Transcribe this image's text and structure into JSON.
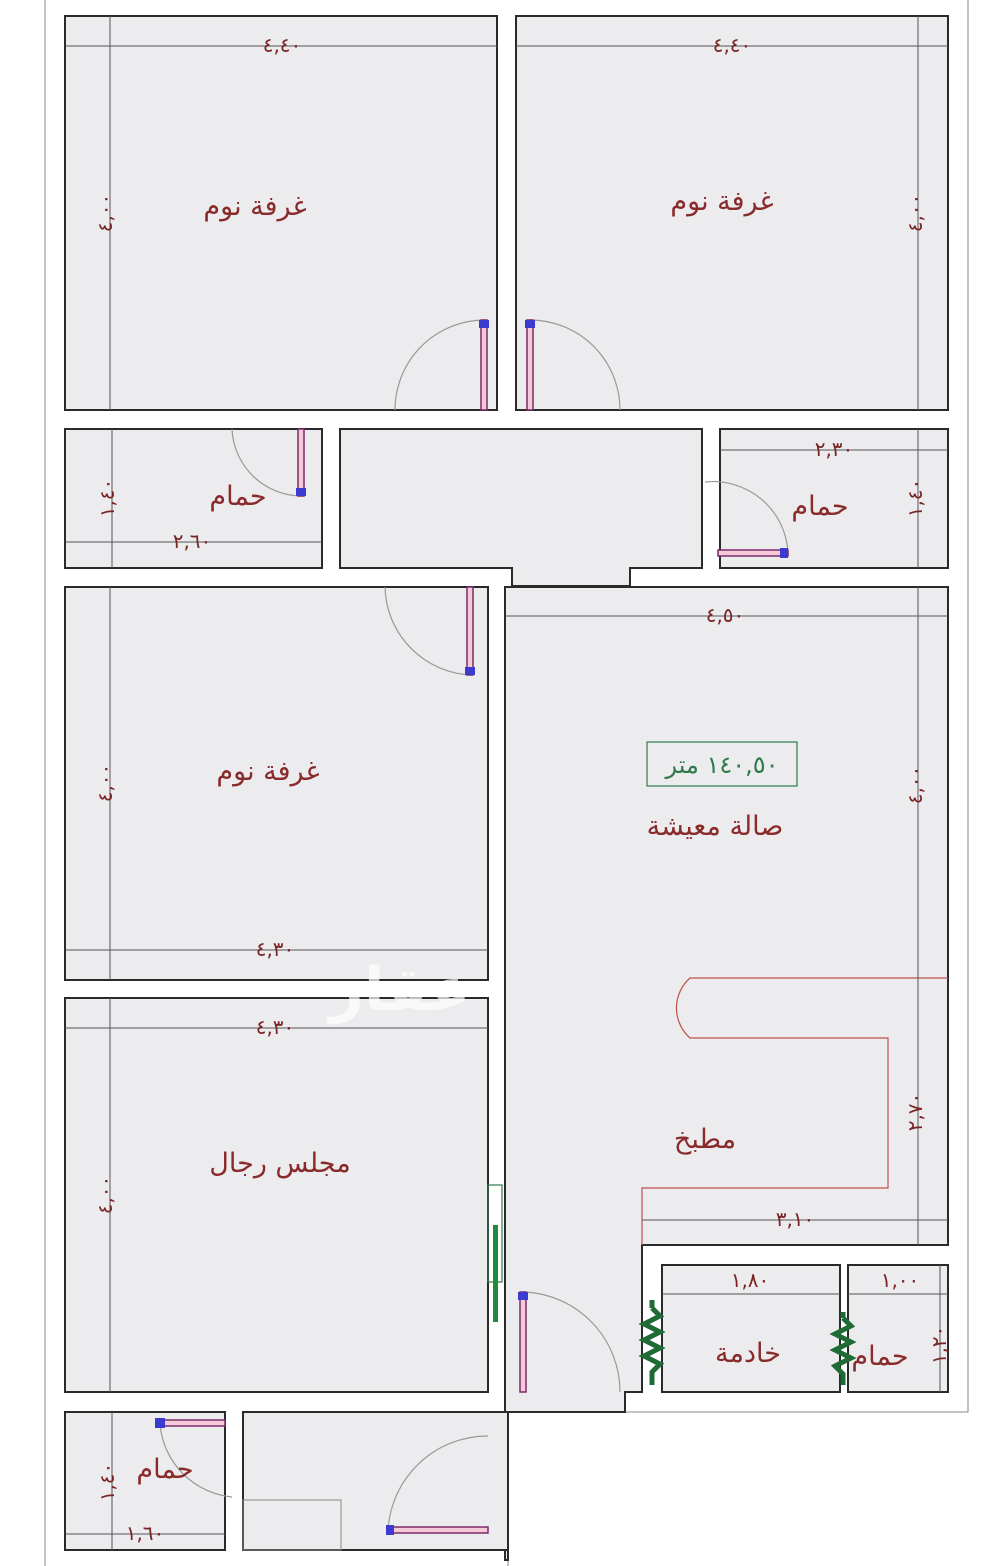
{
  "rooms": {
    "bedroom_1": "غرفة نوم",
    "bedroom_2": "غرفة نوم",
    "bedroom_3": "غرفة نوم",
    "bathroom_1": "حمام",
    "bathroom_2": "حمام",
    "bathroom_3": "حمام",
    "bathroom_4": "حمام",
    "living": "صالة معيشة",
    "majlis": "مجلس رجال",
    "kitchen": "مطبخ",
    "maid": "خادمة"
  },
  "area_label": "١٤٠,٥٠ متر",
  "dimensions": {
    "bedroom_1_w": "٤,٤٠",
    "bedroom_1_h": "٤,٠٠",
    "bedroom_2_w": "٤,٤٠",
    "bedroom_2_h": "٤,٠٠",
    "bathroom_1_w": "٢,٦٠",
    "bathroom_1_h": "١,٤٠",
    "bathroom_2_w": "٢,٣٠",
    "bathroom_2_h": "١,٤٠",
    "living_w": "٤,٥٠",
    "living_h": "٤,٠٠",
    "bedroom_3_w": "٤,٣٠",
    "bedroom_3_h": "٤,٠٠",
    "majlis_w": "٤,٣٠",
    "majlis_h": "٤,٠٠",
    "kitchen_w": "٣,١٠",
    "kitchen_h": "٢,٧٠",
    "maid_w": "١,٨٠",
    "bathroom_3_w": "١,٠٠",
    "bathroom_3_h": "١,٢٠",
    "bathroom_4_w": "١,٦٠",
    "bathroom_4_h": "١,٤٠"
  },
  "watermark": "عقار",
  "colors": {
    "wall": "#2a2a2a",
    "label": "#8a2b2b",
    "area": "#2d7a4a",
    "sliding_partition": "#1e6b35"
  }
}
